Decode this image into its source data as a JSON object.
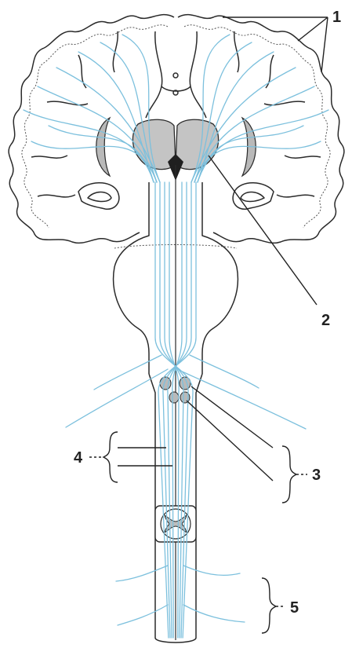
{
  "labels": {
    "label_1": "1",
    "label_2": "2",
    "label_3": "3",
    "label_4": "4",
    "label_5": "5"
  },
  "colors": {
    "fiber": "#7cc0dd",
    "outline": "#2a2a2a",
    "gray_matter": "#b9b9b9",
    "dark_nucleus": "#1f1f1f"
  },
  "icons": {
    "figure": "pyramidal-tract-diagram"
  }
}
